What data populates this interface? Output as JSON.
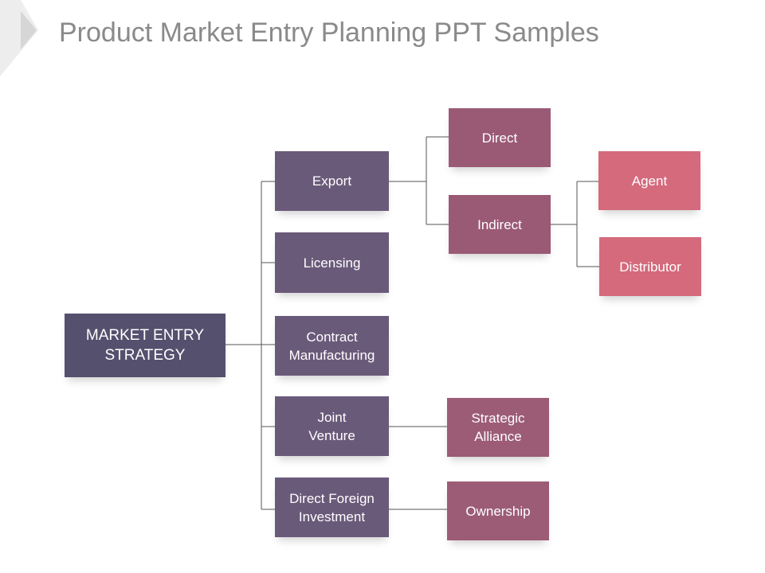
{
  "title": "Product Market Entry Planning PPT Samples",
  "root": {
    "label": "MARKET ENTRY\nSTRATEGY"
  },
  "strategies": {
    "export": "Export",
    "licensing": "Licensing",
    "contract_manufacturing": "Contract\nManufacturing",
    "joint_venture": "Joint\nVenture",
    "direct_foreign_investment": "Direct Foreign\nInvestment"
  },
  "export_types": {
    "direct": "Direct",
    "indirect": "Indirect"
  },
  "indirect_channels": {
    "agent": "Agent",
    "distributor": "Distributor"
  },
  "joint_venture_child": "Strategic\nAlliance",
  "dfi_child": "Ownership",
  "colors": {
    "root": "#55506e",
    "level1": "#6a5a7a",
    "level2": "#9a5a75",
    "level3": "#d46a7c",
    "connector": "#555555",
    "title": "#8a8a8a"
  }
}
